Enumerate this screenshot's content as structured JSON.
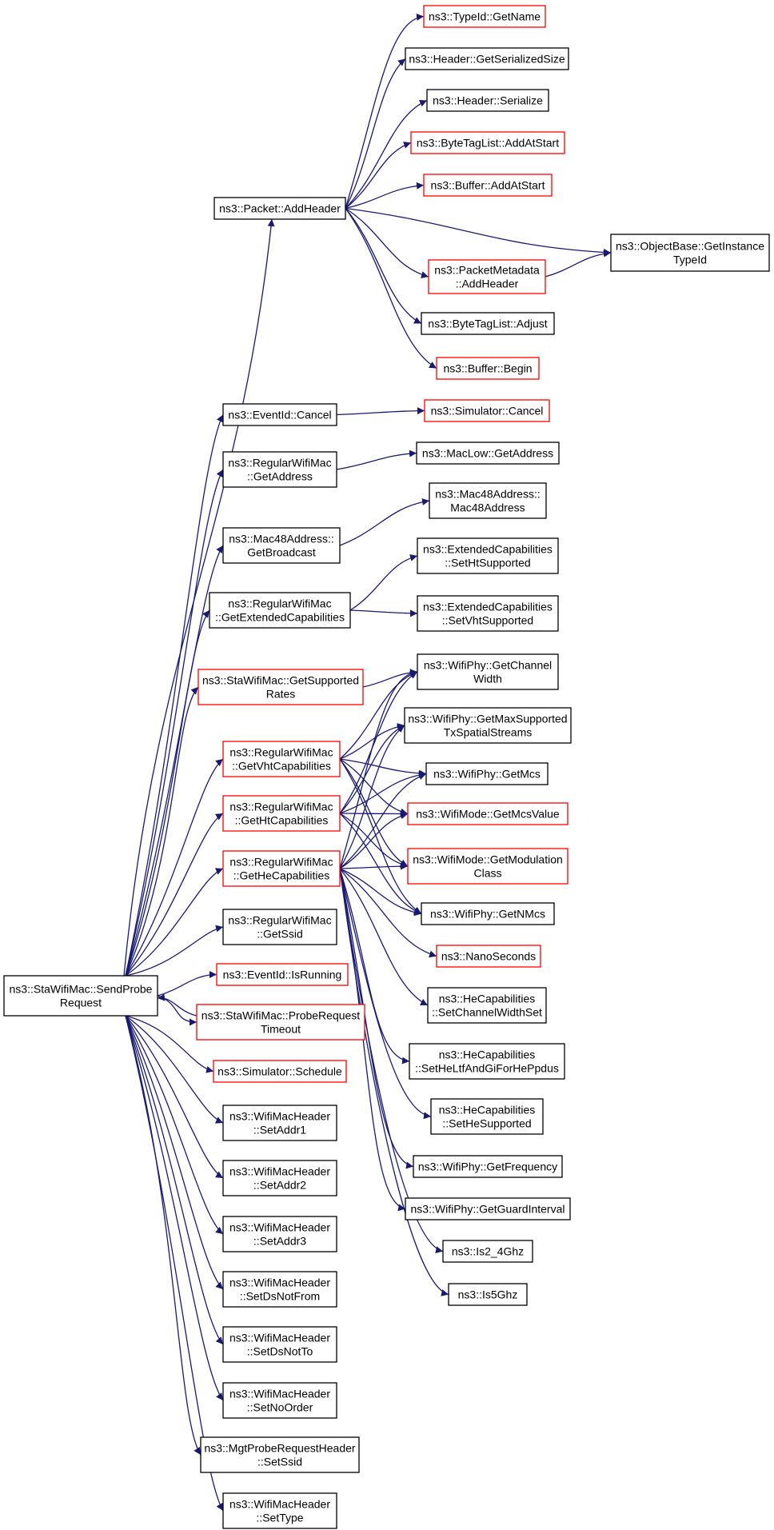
{
  "colors": {
    "edge": "#191970",
    "red_border": "#ff0000",
    "black_border": "#000000",
    "root_fill": "#bfbfbf"
  },
  "nodes": [
    {
      "id": "root",
      "lines": [
        "ns3::StaWifiMac::SendProbe",
        "Request"
      ],
      "style": "root"
    },
    {
      "id": "addheader",
      "lines": [
        "ns3::Packet::AddHeader"
      ],
      "style": "black"
    },
    {
      "id": "typeid_getname",
      "lines": [
        "ns3::TypeId::GetName"
      ],
      "style": "red"
    },
    {
      "id": "header_getserializedsize",
      "lines": [
        "ns3::Header::GetSerializedSize"
      ],
      "style": "black"
    },
    {
      "id": "header_serialize",
      "lines": [
        "ns3::Header::Serialize"
      ],
      "style": "black"
    },
    {
      "id": "bytetaglist_addatstart",
      "lines": [
        "ns3::ByteTagList::AddAtStart"
      ],
      "style": "red"
    },
    {
      "id": "buffer_addatstart",
      "lines": [
        "ns3::Buffer::AddAtStart"
      ],
      "style": "red"
    },
    {
      "id": "objectbase_getinstancetypeid",
      "lines": [
        "ns3::ObjectBase::GetInstance",
        "TypeId"
      ],
      "style": "black"
    },
    {
      "id": "packetmetadata_addheader",
      "lines": [
        "ns3::PacketMetadata",
        "::AddHeader"
      ],
      "style": "red"
    },
    {
      "id": "bytetaglist_adjust",
      "lines": [
        "ns3::ByteTagList::Adjust"
      ],
      "style": "black"
    },
    {
      "id": "buffer_begin",
      "lines": [
        "ns3::Buffer::Begin"
      ],
      "style": "red"
    },
    {
      "id": "eventid_cancel",
      "lines": [
        "ns3::EventId::Cancel"
      ],
      "style": "black"
    },
    {
      "id": "simulator_cancel",
      "lines": [
        "ns3::Simulator::Cancel"
      ],
      "style": "red"
    },
    {
      "id": "regularwifimac_getaddress",
      "lines": [
        "ns3::RegularWifiMac",
        "::GetAddress"
      ],
      "style": "black"
    },
    {
      "id": "maclow_getaddress",
      "lines": [
        "ns3::MacLow::GetAddress"
      ],
      "style": "black"
    },
    {
      "id": "mac48address_getbroadcast",
      "lines": [
        "ns3::Mac48Address::",
        "GetBroadcast"
      ],
      "style": "black"
    },
    {
      "id": "mac48address_ctor",
      "lines": [
        "ns3::Mac48Address::",
        "Mac48Address"
      ],
      "style": "black"
    },
    {
      "id": "regularwifimac_getextendedcapabilities",
      "lines": [
        "ns3::RegularWifiMac",
        "::GetExtendedCapabilities"
      ],
      "style": "black"
    },
    {
      "id": "extcap_sethtsupported",
      "lines": [
        "ns3::ExtendedCapabilities",
        "::SetHtSupported"
      ],
      "style": "black"
    },
    {
      "id": "extcap_setvhtsupported",
      "lines": [
        "ns3::ExtendedCapabilities",
        "::SetVhtSupported"
      ],
      "style": "black"
    },
    {
      "id": "stawifimac_getsupportedrates",
      "lines": [
        "ns3::StaWifiMac::GetSupported",
        "Rates"
      ],
      "style": "red"
    },
    {
      "id": "wifiphy_getchannelwidth",
      "lines": [
        "ns3::WifiPhy::GetChannel",
        "Width"
      ],
      "style": "black"
    },
    {
      "id": "regularwifimac_getvhtcapabilities",
      "lines": [
        "ns3::RegularWifiMac",
        "::GetVhtCapabilities"
      ],
      "style": "red"
    },
    {
      "id": "wifiphy_getmaxsupportedtxspatialstreams",
      "lines": [
        "ns3::WifiPhy::GetMaxSupported",
        "TxSpatialStreams"
      ],
      "style": "black"
    },
    {
      "id": "wifiphy_getmcs",
      "lines": [
        "ns3::WifiPhy::GetMcs"
      ],
      "style": "black"
    },
    {
      "id": "regularwifimac_gethtcapabilities",
      "lines": [
        "ns3::RegularWifiMac",
        "::GetHtCapabilities"
      ],
      "style": "red"
    },
    {
      "id": "wifimode_getmcsvalue",
      "lines": [
        "ns3::WifiMode::GetMcsValue"
      ],
      "style": "red"
    },
    {
      "id": "regularwifimac_gethecapabilities",
      "lines": [
        "ns3::RegularWifiMac",
        "::GetHeCapabilities"
      ],
      "style": "red"
    },
    {
      "id": "wifimode_getmodulationclass",
      "lines": [
        "ns3::WifiMode::GetModulation",
        "Class"
      ],
      "style": "red"
    },
    {
      "id": "wifiphy_getnmcs",
      "lines": [
        "ns3::WifiPhy::GetNMcs"
      ],
      "style": "black"
    },
    {
      "id": "nanoseconds",
      "lines": [
        "ns3::NanoSeconds"
      ],
      "style": "red"
    },
    {
      "id": "hecap_setchannelwidthset",
      "lines": [
        "ns3::HeCapabilities",
        "::SetChannelWidthSet"
      ],
      "style": "black"
    },
    {
      "id": "hecap_setheltfandgiforheppdus",
      "lines": [
        "ns3::HeCapabilities",
        "::SetHeLtfAndGiForHePpdus"
      ],
      "style": "black"
    },
    {
      "id": "hecap_sethesupported",
      "lines": [
        "ns3::HeCapabilities",
        "::SetHeSupported"
      ],
      "style": "black"
    },
    {
      "id": "wifiphy_getfrequency",
      "lines": [
        "ns3::WifiPhy::GetFrequency"
      ],
      "style": "black"
    },
    {
      "id": "wifiphy_getguardinterval",
      "lines": [
        "ns3::WifiPhy::GetGuardInterval"
      ],
      "style": "black"
    },
    {
      "id": "is2_4ghz",
      "lines": [
        "ns3::Is2_4Ghz"
      ],
      "style": "black"
    },
    {
      "id": "is5ghz",
      "lines": [
        "ns3::Is5Ghz"
      ],
      "style": "black"
    },
    {
      "id": "regularwifimac_getssid",
      "lines": [
        "ns3::RegularWifiMac",
        "::GetSsid"
      ],
      "style": "black"
    },
    {
      "id": "eventid_isrunning",
      "lines": [
        "ns3::EventId::IsRunning"
      ],
      "style": "red"
    },
    {
      "id": "stawifimac_proberequesttimeout",
      "lines": [
        "ns3::StaWifiMac::ProbeRequest",
        "Timeout"
      ],
      "style": "red"
    },
    {
      "id": "simulator_schedule",
      "lines": [
        "ns3::Simulator::Schedule"
      ],
      "style": "red"
    },
    {
      "id": "wifimacheader_setaddr1",
      "lines": [
        "ns3::WifiMacHeader",
        "::SetAddr1"
      ],
      "style": "black"
    },
    {
      "id": "wifimacheader_setaddr2",
      "lines": [
        "ns3::WifiMacHeader",
        "::SetAddr2"
      ],
      "style": "black"
    },
    {
      "id": "wifimacheader_setaddr3",
      "lines": [
        "ns3::WifiMacHeader",
        "::SetAddr3"
      ],
      "style": "black"
    },
    {
      "id": "wifimacheader_setdsnotfrom",
      "lines": [
        "ns3::WifiMacHeader",
        "::SetDsNotFrom"
      ],
      "style": "black"
    },
    {
      "id": "wifimacheader_setdsnotto",
      "lines": [
        "ns3::WifiMacHeader",
        "::SetDsNotTo"
      ],
      "style": "black"
    },
    {
      "id": "wifimacheader_setnoorder",
      "lines": [
        "ns3::WifiMacHeader",
        "::SetNoOrder"
      ],
      "style": "black"
    },
    {
      "id": "mgtproberequestheader_setssid",
      "lines": [
        "ns3::MgtProbeRequestHeader",
        "::SetSsid"
      ],
      "style": "black"
    },
    {
      "id": "wifimacheader_settype",
      "lines": [
        "ns3::WifiMacHeader",
        "::SetType"
      ],
      "style": "black"
    }
  ],
  "edges": [
    [
      "root",
      "addheader"
    ],
    [
      "addheader",
      "typeid_getname"
    ],
    [
      "addheader",
      "header_getserializedsize"
    ],
    [
      "addheader",
      "header_serialize"
    ],
    [
      "addheader",
      "bytetaglist_addatstart"
    ],
    [
      "addheader",
      "buffer_addatstart"
    ],
    [
      "addheader",
      "objectbase_getinstancetypeid"
    ],
    [
      "addheader",
      "packetmetadata_addheader"
    ],
    [
      "packetmetadata_addheader",
      "objectbase_getinstancetypeid"
    ],
    [
      "addheader",
      "bytetaglist_adjust"
    ],
    [
      "addheader",
      "buffer_begin"
    ],
    [
      "root",
      "eventid_cancel"
    ],
    [
      "eventid_cancel",
      "simulator_cancel"
    ],
    [
      "root",
      "regularwifimac_getaddress"
    ],
    [
      "regularwifimac_getaddress",
      "maclow_getaddress"
    ],
    [
      "root",
      "mac48address_getbroadcast"
    ],
    [
      "mac48address_getbroadcast",
      "mac48address_ctor"
    ],
    [
      "root",
      "regularwifimac_getextendedcapabilities"
    ],
    [
      "regularwifimac_getextendedcapabilities",
      "extcap_sethtsupported"
    ],
    [
      "regularwifimac_getextendedcapabilities",
      "extcap_setvhtsupported"
    ],
    [
      "root",
      "stawifimac_getsupportedrates"
    ],
    [
      "stawifimac_getsupportedrates",
      "wifiphy_getchannelwidth"
    ],
    [
      "root",
      "regularwifimac_getvhtcapabilities"
    ],
    [
      "regularwifimac_getvhtcapabilities",
      "wifiphy_getchannelwidth"
    ],
    [
      "regularwifimac_getvhtcapabilities",
      "wifiphy_getmaxsupportedtxspatialstreams"
    ],
    [
      "regularwifimac_getvhtcapabilities",
      "wifiphy_getmcs"
    ],
    [
      "regularwifimac_getvhtcapabilities",
      "wifimode_getmcsvalue"
    ],
    [
      "regularwifimac_getvhtcapabilities",
      "wifimode_getmodulationclass"
    ],
    [
      "regularwifimac_getvhtcapabilities",
      "wifiphy_getnmcs"
    ],
    [
      "root",
      "regularwifimac_gethtcapabilities"
    ],
    [
      "regularwifimac_gethtcapabilities",
      "wifiphy_getchannelwidth"
    ],
    [
      "regularwifimac_gethtcapabilities",
      "wifiphy_getmaxsupportedtxspatialstreams"
    ],
    [
      "regularwifimac_gethtcapabilities",
      "wifiphy_getmcs"
    ],
    [
      "regularwifimac_gethtcapabilities",
      "wifimode_getmcsvalue"
    ],
    [
      "regularwifimac_gethtcapabilities",
      "wifimode_getmodulationclass"
    ],
    [
      "regularwifimac_gethtcapabilities",
      "wifiphy_getnmcs"
    ],
    [
      "root",
      "regularwifimac_gethecapabilities"
    ],
    [
      "regularwifimac_gethecapabilities",
      "wifiphy_getchannelwidth"
    ],
    [
      "regularwifimac_gethecapabilities",
      "wifiphy_getmaxsupportedtxspatialstreams"
    ],
    [
      "regularwifimac_gethecapabilities",
      "wifiphy_getmcs"
    ],
    [
      "regularwifimac_gethecapabilities",
      "wifimode_getmcsvalue"
    ],
    [
      "regularwifimac_gethecapabilities",
      "wifimode_getmodulationclass"
    ],
    [
      "regularwifimac_gethecapabilities",
      "wifiphy_getnmcs"
    ],
    [
      "regularwifimac_gethecapabilities",
      "nanoseconds"
    ],
    [
      "regularwifimac_gethecapabilities",
      "hecap_setchannelwidthset"
    ],
    [
      "regularwifimac_gethecapabilities",
      "hecap_setheltfandgiforheppdus"
    ],
    [
      "regularwifimac_gethecapabilities",
      "hecap_sethesupported"
    ],
    [
      "regularwifimac_gethecapabilities",
      "wifiphy_getfrequency"
    ],
    [
      "regularwifimac_gethecapabilities",
      "wifiphy_getguardinterval"
    ],
    [
      "regularwifimac_gethecapabilities",
      "is2_4ghz"
    ],
    [
      "regularwifimac_gethecapabilities",
      "is5ghz"
    ],
    [
      "root",
      "regularwifimac_getssid"
    ],
    [
      "root",
      "eventid_isrunning"
    ],
    [
      "root",
      "stawifimac_proberequesttimeout"
    ],
    [
      "stawifimac_proberequesttimeout",
      "root"
    ],
    [
      "root",
      "simulator_schedule"
    ],
    [
      "root",
      "wifimacheader_setaddr1"
    ],
    [
      "root",
      "wifimacheader_setaddr2"
    ],
    [
      "root",
      "wifimacheader_setaddr3"
    ],
    [
      "root",
      "wifimacheader_setdsnotfrom"
    ],
    [
      "root",
      "wifimacheader_setdsnotto"
    ],
    [
      "root",
      "wifimacheader_setnoorder"
    ],
    [
      "root",
      "mgtproberequestheader_setssid"
    ],
    [
      "root",
      "wifimacheader_settype"
    ]
  ]
}
